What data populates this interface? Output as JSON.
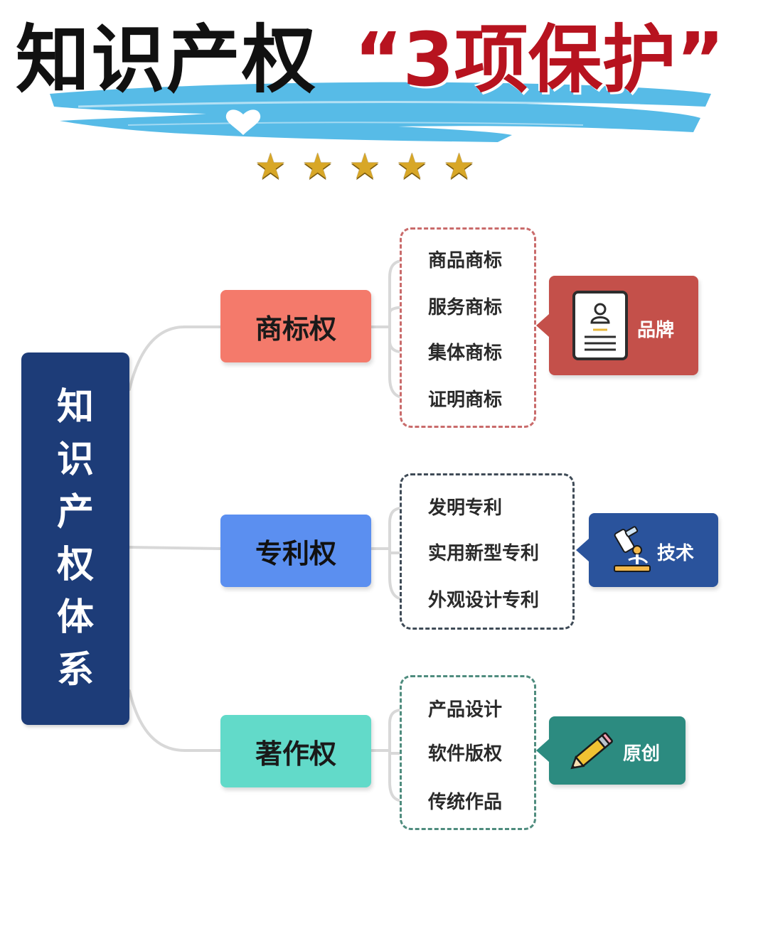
{
  "title": {
    "main": "知识产权",
    "accent": "“3项保护”",
    "stars": [
      "★",
      "★",
      "★",
      "★",
      "★"
    ]
  },
  "root": {
    "chars": [
      "知",
      "识",
      "产",
      "权",
      "体",
      "系"
    ]
  },
  "branches": [
    {
      "label": "商标权",
      "items": [
        "商品商标",
        "服务商标",
        "集体商标",
        "证明商标"
      ],
      "callout": "品牌",
      "icon": "certificate-icon"
    },
    {
      "label": "专利权",
      "items": [
        "发明专利",
        "实用新型专利",
        "外观设计专利"
      ],
      "callout": "技术",
      "icon": "microscope-icon"
    },
    {
      "label": "著作权",
      "items": [
        "产品设计",
        "软件版权",
        "传统作品"
      ],
      "callout": "原创",
      "icon": "pencil-icon"
    }
  ],
  "colors": {
    "root": "#1d3c78",
    "trademark": "#f47a6b",
    "patent": "#5b8ff0",
    "copyright": "#62dac9",
    "brand_callout": "#c4504a",
    "tech_callout": "#2a539c",
    "original_callout": "#2c8b80",
    "title_accent": "#b7131f",
    "brush_stroke": "#4eb7e6",
    "star": "#d8a727"
  }
}
